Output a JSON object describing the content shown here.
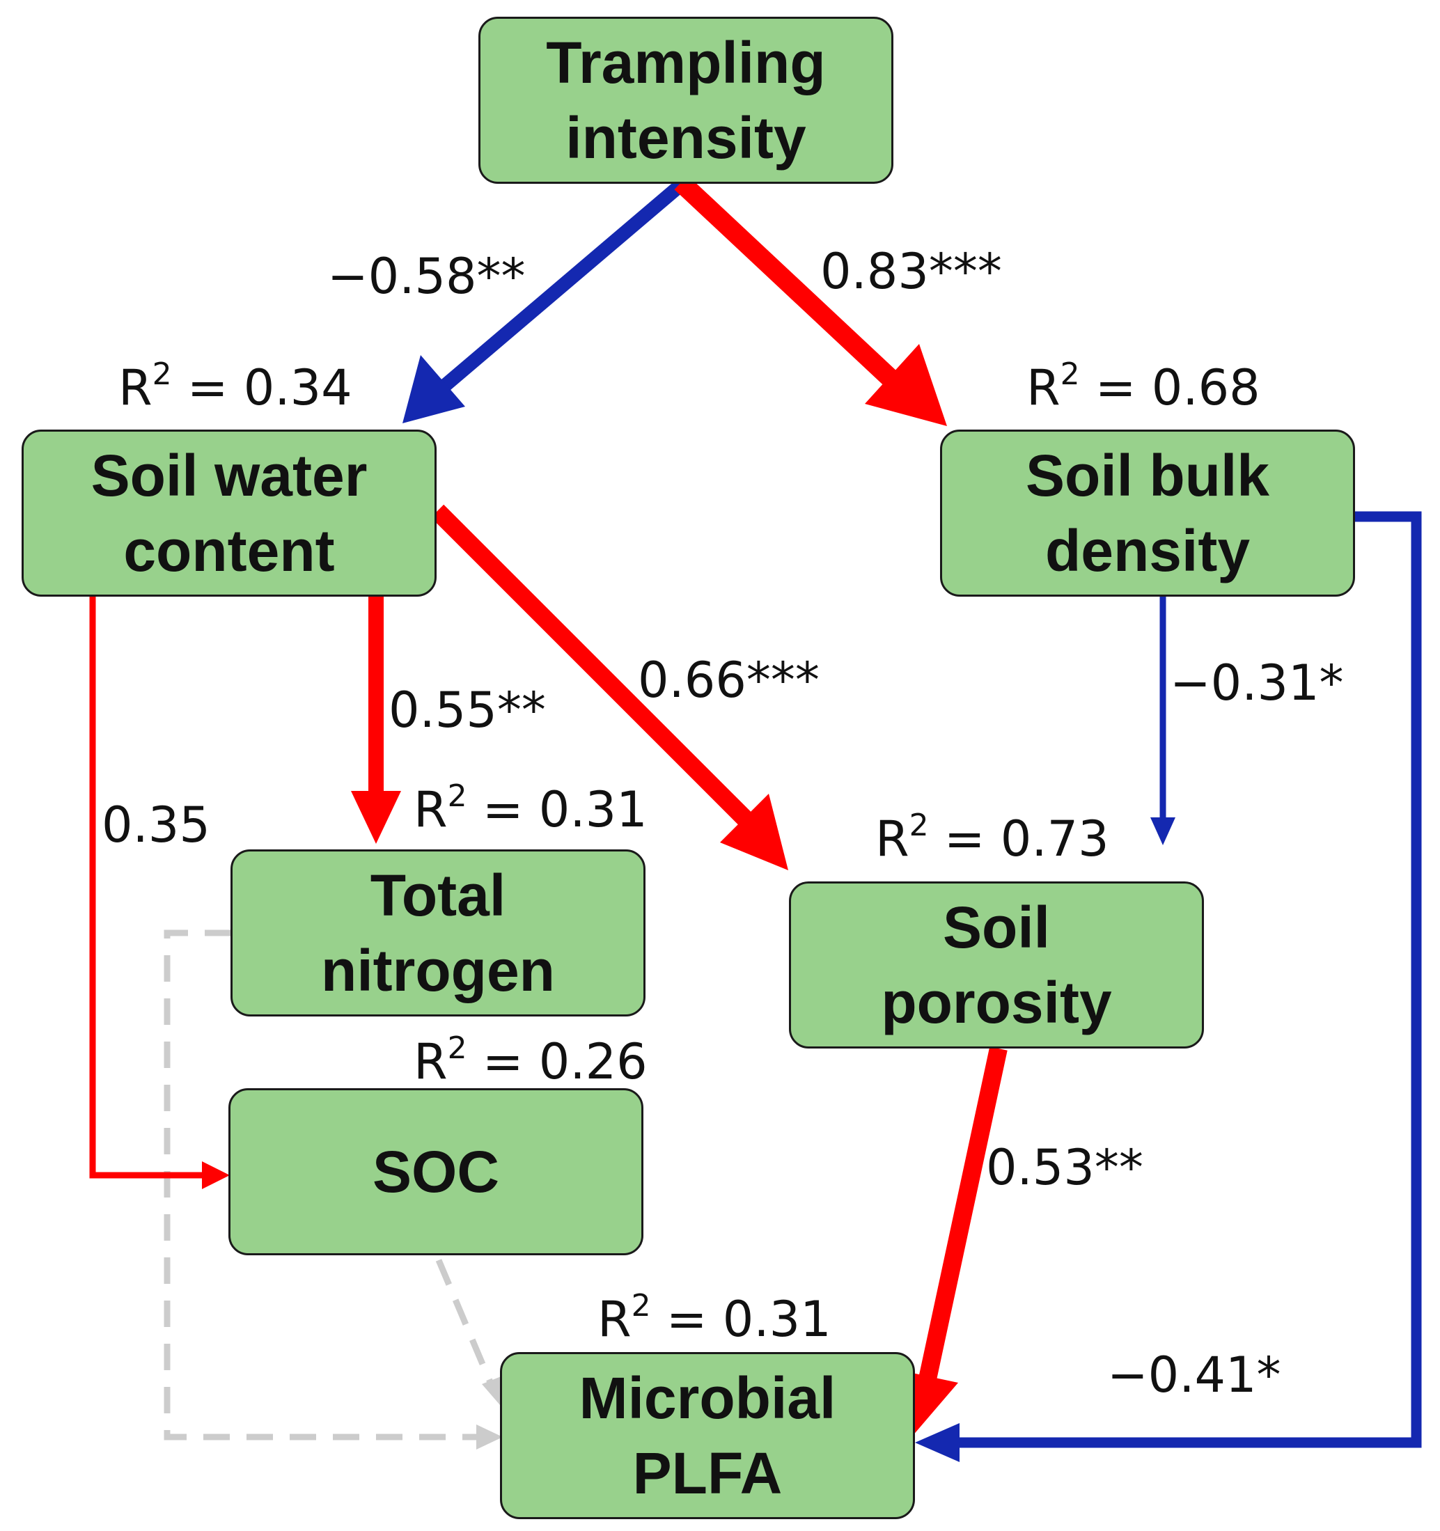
{
  "colors": {
    "node_fill": "#98d18c",
    "positive": "#ff0000",
    "negative": "#1428b0",
    "nonsignificant": "#cccccc"
  },
  "nodes": {
    "trampling": {
      "line1": "Trampling",
      "line2": "intensity"
    },
    "water": {
      "line1": "Soil water",
      "line2": "content",
      "r2": "R",
      "r2_sup": "2",
      "r2_value": " = 0.34"
    },
    "bulk": {
      "line1": "Soil bulk",
      "line2": "density",
      "r2": "R",
      "r2_sup": "2",
      "r2_value": " = 0.68"
    },
    "nitrogen": {
      "line1": "Total",
      "line2": "nitrogen",
      "r2": "R",
      "r2_sup": "2",
      "r2_value": " = 0.31"
    },
    "porosity": {
      "line1": "Soil",
      "line2": "porosity",
      "r2": "R",
      "r2_sup": "2",
      "r2_value": " = 0.73"
    },
    "soc": {
      "line1": "SOC",
      "r2": "R",
      "r2_sup": "2",
      "r2_value": " = 0.26"
    },
    "plfa": {
      "line1": "Microbial",
      "line2": "PLFA",
      "r2": "R",
      "r2_sup": "2",
      "r2_value": " = 0.31"
    }
  },
  "paths": {
    "trampling_water": "−0.58**",
    "trampling_bulk": "0.83***",
    "water_nitrogen": "0.55**",
    "water_porosity": "0.66***",
    "water_soc": "0.35",
    "bulk_porosity": "−0.31*",
    "porosity_plfa": "0.53**",
    "bulk_plfa": "−0.41*"
  }
}
